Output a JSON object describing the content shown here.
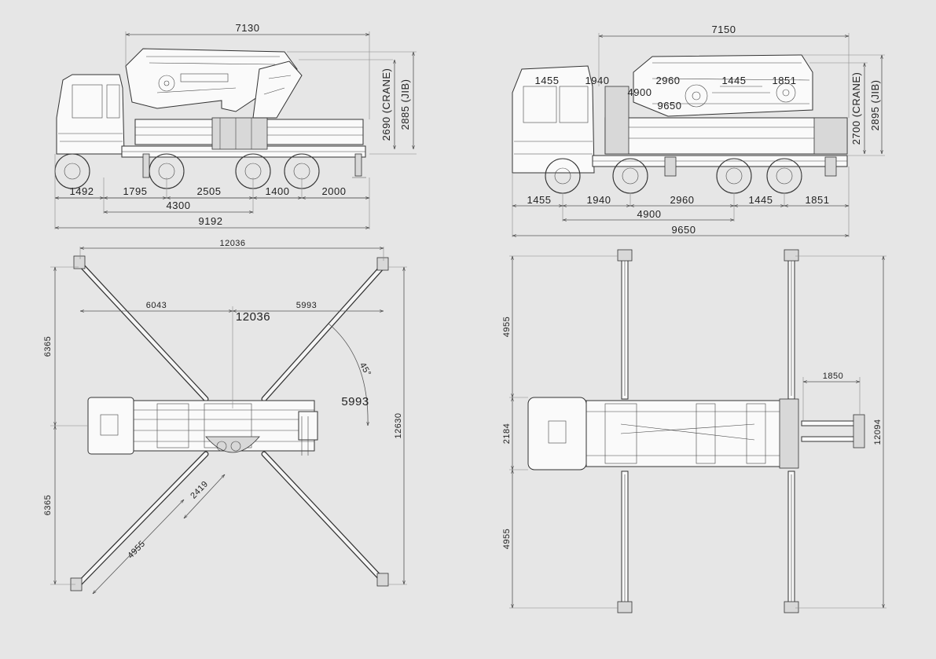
{
  "views": {
    "side_left": {
      "overall_top": "7130",
      "height_crane": "2690 (CRANE)",
      "height_jib": "2885 (JIB)",
      "segments": [
        "1492",
        "1795",
        "2505",
        "1400",
        "2000"
      ],
      "span_mid": "4300",
      "overall_bottom": "9192"
    },
    "side_right": {
      "overall_top": "7150",
      "height_crane": "2700 (CRANE)",
      "height_jib": "2895 (JIB)",
      "inner_labels": [
        "1455",
        "1940",
        "2960",
        "4900",
        "9650",
        "1445",
        "1851"
      ],
      "segments": [
        "1455",
        "1940",
        "2960",
        "1445",
        "1851"
      ],
      "span_mid": "4900",
      "overall_bottom": "9650"
    },
    "plan_left": {
      "top_width": "12036",
      "left_reach": "6043",
      "right_reach": "5993",
      "center_label": "12036",
      "radius_label": "5993",
      "angle": "45°",
      "upper_height": "6365",
      "lower_height": "6365",
      "total_height": "12630",
      "leg_inner": "2419",
      "leg_outer": "4955"
    },
    "plan_right": {
      "upper_height": "4955",
      "mid_height": "2184",
      "lower_height": "4955",
      "total_height": "12094",
      "rear_offset": "1850"
    }
  }
}
